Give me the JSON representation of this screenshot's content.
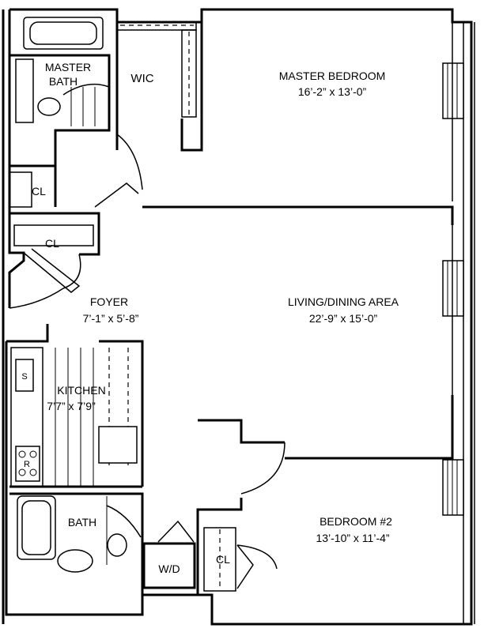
{
  "rooms": {
    "master_bedroom": {
      "name": "MASTER BEDROOM",
      "dims": "16’-2” x 13’-0”"
    },
    "master_bath": {
      "name_line1": "MASTER",
      "name_line2": "BATH"
    },
    "wic": {
      "name": "WIC"
    },
    "foyer": {
      "name": "FOYER",
      "dims": "7’-1” x 5’-8”"
    },
    "living_dining": {
      "name": "LIVING/DINING AREA",
      "dims": "22’-9” x 15’-0”"
    },
    "kitchen": {
      "name": "KITCHEN",
      "dims": "7’7” x 7’9”"
    },
    "bath": {
      "name": "BATH"
    },
    "bedroom2": {
      "name": "BEDROOM #2",
      "dims": "13’-10” x 11’-4”"
    },
    "closet_master": {
      "name": "CL"
    },
    "closet_foyer": {
      "name": "CL"
    },
    "closet_bedroom2": {
      "name": "CL"
    },
    "laundry": {
      "name": "W/D"
    }
  },
  "appliances": {
    "sink": "S",
    "range": "R"
  }
}
